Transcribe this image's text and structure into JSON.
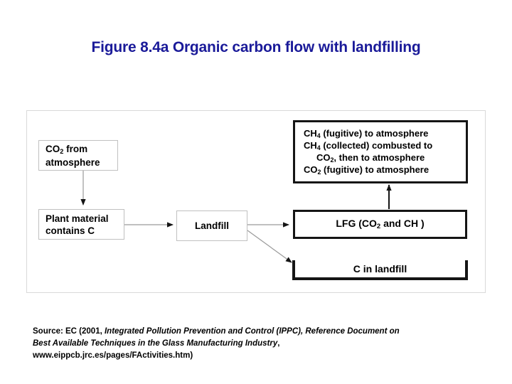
{
  "slide": {
    "title": "Figure 8.4a Organic carbon flow with landfilling",
    "title_color": "#1a1a99",
    "background": "#ffffff"
  },
  "diagram": {
    "panel_border_color": "#d9d9d9",
    "nodes": {
      "co2_atmosphere": {
        "line1_pre": "CO",
        "line1_sub": "2",
        "line1_post": " from",
        "line2": "atmosphere"
      },
      "plant_material": {
        "line1": "Plant material",
        "line2": "contains C"
      },
      "landfill": {
        "label": "Landfill"
      },
      "lfg": {
        "pre": "LFG (CO",
        "sub1": "2",
        "mid": " and CH ",
        "post": ")"
      },
      "emissions": {
        "line1_pre": "CH",
        "line1_sub": "4",
        "line1_post": " (fugitive) to atmosphere",
        "line2_pre": "CH",
        "line2_sub": "4",
        "line2_post": " (collected) combusted to",
        "line3_pre": "CO",
        "line3_sub": "2",
        "line3_post": ", then to atmosphere",
        "line4_pre": "CO",
        "line4_sub": "2",
        "line4_post": " (fugitive) to atmosphere"
      },
      "c_in_landfill": {
        "label": "C in landfill"
      }
    },
    "arrow_labels": {
      "co2_to_plant": "arrow from CO2 from atmosphere to Plant material contains C",
      "plant_to_landfill": "arrow from Plant material contains C to Landfill",
      "landfill_to_lfg": "arrow from Landfill to LFG",
      "landfill_to_c": "arrow from Landfill to C in landfill",
      "lfg_to_emissions": "arrow from LFG to emissions box"
    }
  },
  "source": {
    "line1_a": "Source: EC (2001, ",
    "line1_italic": "Integrated Pollution Prevention and Control (IPPC), Reference Document on",
    "line2_italic": "Best Available Techniques in the Glass Manufacturing Industry",
    "line2_b": ",",
    "line3": "www.eippcb.jrc.es/pages/FActivities.htm)"
  }
}
